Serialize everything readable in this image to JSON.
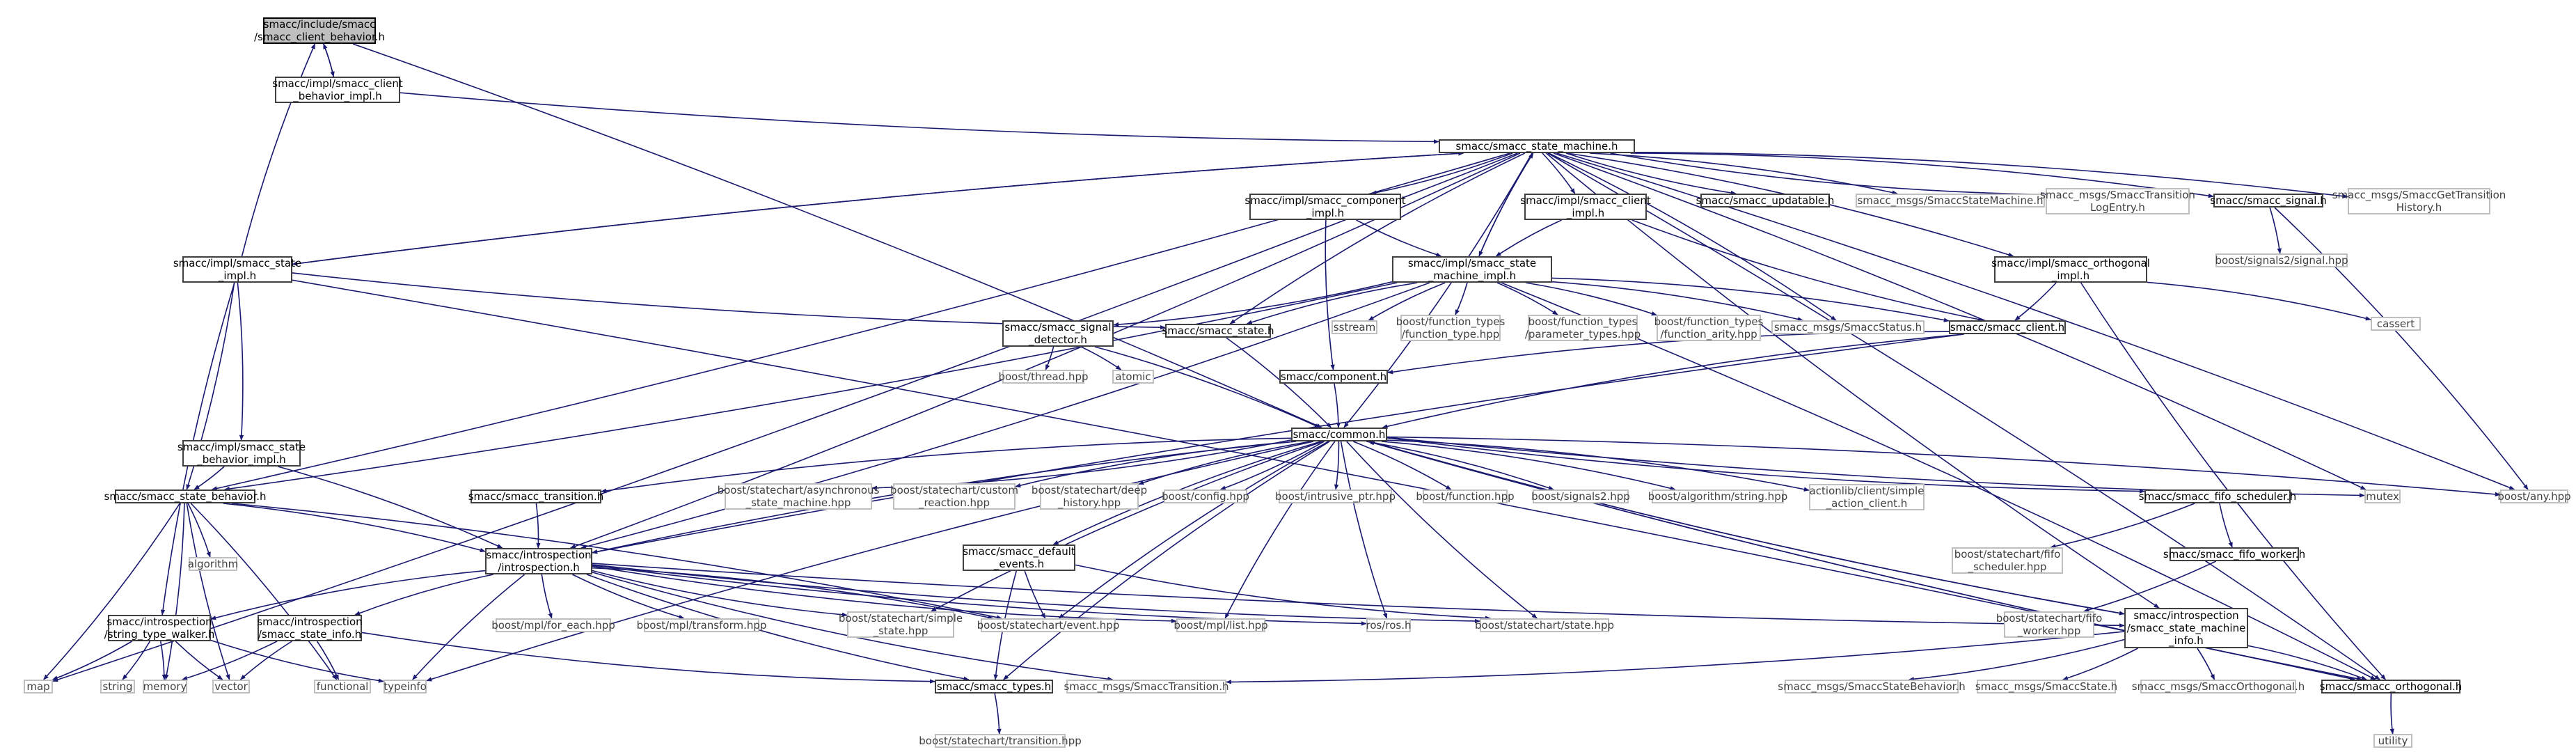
{
  "graph": {
    "colors": {
      "edge": "#191970",
      "border": "#404040",
      "external_border": "#bfbfbf",
      "root_fill": "#bfbfbf"
    },
    "nodes": [
      {
        "id": "root",
        "label": "smacc/include/smacc\n/smacc_client_behavior.h",
        "kind": "root"
      },
      {
        "id": "cbi",
        "label": "smacc/impl/smacc_client\n_behavior_impl.h",
        "kind": "internal"
      },
      {
        "id": "sm",
        "label": "smacc/smacc_state_machine.h",
        "kind": "internal"
      },
      {
        "id": "ssi",
        "label": "smacc/impl/smacc_state\n_impl.h",
        "kind": "internal"
      },
      {
        "id": "ci",
        "label": "smacc/impl/smacc_component\n_impl.h",
        "kind": "internal"
      },
      {
        "id": "smi",
        "label": "smacc/impl/smacc_state\n_machine_impl.h",
        "kind": "internal"
      },
      {
        "id": "cli",
        "label": "smacc/impl/smacc_client\n_impl.h",
        "kind": "internal"
      },
      {
        "id": "upd",
        "label": "smacc/smacc_updatable.h",
        "kind": "internal"
      },
      {
        "id": "msm",
        "label": "smacc_msgs/SmaccStateMachine.h",
        "kind": "external"
      },
      {
        "id": "tle",
        "label": "smacc_msgs/SmaccTransition\nLogEntry.h",
        "kind": "external"
      },
      {
        "id": "sig",
        "label": "smacc/smacc_signal.h",
        "kind": "internal"
      },
      {
        "id": "gth",
        "label": "smacc_msgs/SmaccGetTransition\nHistory.h",
        "kind": "external"
      },
      {
        "id": "oi",
        "label": "smacc/impl/smacc_orthogonal\n_impl.h",
        "kind": "internal"
      },
      {
        "id": "bs2",
        "label": "boost/signals2/signal.hpp",
        "kind": "external"
      },
      {
        "id": "sd",
        "label": "smacc/smacc_signal\n_detector.h",
        "kind": "internal"
      },
      {
        "id": "st",
        "label": "smacc/smacc_state.h",
        "kind": "internal"
      },
      {
        "id": "sstream",
        "label": "sstream",
        "kind": "external"
      },
      {
        "id": "ftt",
        "label": "boost/function_types\n/function_type.hpp",
        "kind": "external"
      },
      {
        "id": "fpt",
        "label": "boost/function_types\n/parameter_types.hpp",
        "kind": "external"
      },
      {
        "id": "fat",
        "label": "boost/function_types\n/function_arity.hpp",
        "kind": "external"
      },
      {
        "id": "mss",
        "label": "smacc_msgs/SmaccStatus.h",
        "kind": "external"
      },
      {
        "id": "client",
        "label": "smacc/smacc_client.h",
        "kind": "internal"
      },
      {
        "id": "cassert",
        "label": "cassert",
        "kind": "external"
      },
      {
        "id": "bthread",
        "label": "boost/thread.hpp",
        "kind": "external"
      },
      {
        "id": "atomic",
        "label": "atomic",
        "kind": "external"
      },
      {
        "id": "comp",
        "label": "smacc/component.h",
        "kind": "internal"
      },
      {
        "id": "sbi",
        "label": "smacc/impl/smacc_state\n_behavior_impl.h",
        "kind": "internal"
      },
      {
        "id": "common",
        "label": "smacc/common.h",
        "kind": "internal"
      },
      {
        "id": "sb",
        "label": "smacc/smacc_state_behavior.h",
        "kind": "internal"
      },
      {
        "id": "tr",
        "label": "smacc/smacc_transition.h",
        "kind": "internal"
      },
      {
        "id": "asm",
        "label": "boost/statechart/asynchronous\n_state_machine.hpp",
        "kind": "external"
      },
      {
        "id": "crx",
        "label": "boost/statechart/custom\n_reaction.hpp",
        "kind": "external"
      },
      {
        "id": "dh",
        "label": "boost/statechart/deep\n_history.hpp",
        "kind": "external"
      },
      {
        "id": "bcfg",
        "label": "boost/config.hpp",
        "kind": "external"
      },
      {
        "id": "bip",
        "label": "boost/intrusive_ptr.hpp",
        "kind": "external"
      },
      {
        "id": "bfn",
        "label": "boost/function.hpp",
        "kind": "external"
      },
      {
        "id": "bs2h",
        "label": "boost/signals2.hpp",
        "kind": "external"
      },
      {
        "id": "bstr",
        "label": "boost/algorithm/string.hpp",
        "kind": "external"
      },
      {
        "id": "ac",
        "label": "actionlib/client/simple\n_action_client.h",
        "kind": "external"
      },
      {
        "id": "fifo",
        "label": "smacc/smacc_fifo_scheduler.h",
        "kind": "internal"
      },
      {
        "id": "mutex",
        "label": "mutex",
        "kind": "external"
      },
      {
        "id": "bany",
        "label": "boost/any.hpp",
        "kind": "external"
      },
      {
        "id": "intro",
        "label": "smacc/introspection\n/introspection.h",
        "kind": "internal"
      },
      {
        "id": "algo",
        "label": "algorithm",
        "kind": "external"
      },
      {
        "id": "de",
        "label": "smacc/smacc_default\n_events.h",
        "kind": "internal"
      },
      {
        "id": "bfs",
        "label": "boost/statechart/fifo\n_scheduler.hpp",
        "kind": "external"
      },
      {
        "id": "fw",
        "label": "smacc/smacc_fifo_worker.h",
        "kind": "internal"
      },
      {
        "id": "stw",
        "label": "smacc/introspection\n/string_type_walker.h",
        "kind": "internal"
      },
      {
        "id": "ssinfo",
        "label": "smacc/introspection\n/smacc_state_info.h",
        "kind": "internal"
      },
      {
        "id": "mfe",
        "label": "boost/mpl/for_each.hpp",
        "kind": "external"
      },
      {
        "id": "mtr",
        "label": "boost/mpl/transform.hpp",
        "kind": "external"
      },
      {
        "id": "simple",
        "label": "boost/statechart/simple\n_state.hpp",
        "kind": "external"
      },
      {
        "id": "event",
        "label": "boost/statechart/event.hpp",
        "kind": "external"
      },
      {
        "id": "mlist",
        "label": "boost/mpl/list.hpp",
        "kind": "external"
      },
      {
        "id": "ros",
        "label": "ros/ros.h",
        "kind": "external"
      },
      {
        "id": "state",
        "label": "boost/statechart/state.hpp",
        "kind": "external"
      },
      {
        "id": "bfw",
        "label": "boost/statechart/fifo\n_worker.hpp",
        "kind": "external"
      },
      {
        "id": "smiinfo",
        "label": "smacc/introspection\n/smacc_state_machine\n_info.h",
        "kind": "internal"
      },
      {
        "id": "map",
        "label": "map",
        "kind": "external"
      },
      {
        "id": "string",
        "label": "string",
        "kind": "external"
      },
      {
        "id": "memory",
        "label": "memory",
        "kind": "external"
      },
      {
        "id": "vector",
        "label": "vector",
        "kind": "external"
      },
      {
        "id": "functional",
        "label": "functional",
        "kind": "external"
      },
      {
        "id": "typeinfo",
        "label": "typeinfo",
        "kind": "external"
      },
      {
        "id": "types",
        "label": "smacc/smacc_types.h",
        "kind": "internal"
      },
      {
        "id": "mtrans",
        "label": "smacc_msgs/SmaccTransition.h",
        "kind": "external"
      },
      {
        "id": "msb",
        "label": "smacc_msgs/SmaccStateBehavior.h",
        "kind": "external"
      },
      {
        "id": "mst",
        "label": "smacc_msgs/SmaccState.h",
        "kind": "external"
      },
      {
        "id": "morth",
        "label": "smacc_msgs/SmaccOrthogonal.h",
        "kind": "external"
      },
      {
        "id": "orth",
        "label": "smacc/smacc_orthogonal.h",
        "kind": "internal"
      },
      {
        "id": "sct",
        "label": "boost/statechart/transition.hpp",
        "kind": "external"
      },
      {
        "id": "utility",
        "label": "utility",
        "kind": "external"
      }
    ],
    "edges": [
      [
        "root",
        "cbi"
      ],
      [
        "cbi",
        "root"
      ],
      [
        "root",
        "common"
      ],
      [
        "cbi",
        "sm"
      ],
      [
        "ssi",
        "root"
      ],
      [
        "ssi",
        "sm"
      ],
      [
        "sm",
        "ssi"
      ],
      [
        "sm",
        "ci"
      ],
      [
        "sm",
        "smi"
      ],
      [
        "sm",
        "cli"
      ],
      [
        "sm",
        "upd"
      ],
      [
        "sm",
        "msm"
      ],
      [
        "sm",
        "tle"
      ],
      [
        "sm",
        "sig"
      ],
      [
        "sm",
        "gth"
      ],
      [
        "sm",
        "oi"
      ],
      [
        "sm",
        "st"
      ],
      [
        "sm",
        "mss"
      ],
      [
        "sm",
        "common"
      ],
      [
        "sm",
        "intro"
      ],
      [
        "sm",
        "sb"
      ],
      [
        "sm",
        "map"
      ],
      [
        "sm",
        "mutex"
      ],
      [
        "sm",
        "bany"
      ],
      [
        "sm",
        "smiinfo"
      ],
      [
        "sm",
        "orth"
      ],
      [
        "smi",
        "sm"
      ],
      [
        "ci",
        "smi"
      ],
      [
        "ci",
        "comp"
      ],
      [
        "cli",
        "smi"
      ],
      [
        "cli",
        "client"
      ],
      [
        "sig",
        "bs2"
      ],
      [
        "sig",
        "bany"
      ],
      [
        "oi",
        "client"
      ],
      [
        "oi",
        "cassert"
      ],
      [
        "oi",
        "orth"
      ],
      [
        "smi",
        "sd"
      ],
      [
        "smi",
        "st"
      ],
      [
        "smi",
        "sstream"
      ],
      [
        "smi",
        "ftt"
      ],
      [
        "smi",
        "fpt"
      ],
      [
        "smi",
        "fat"
      ],
      [
        "smi",
        "mss"
      ],
      [
        "smi",
        "client"
      ],
      [
        "smi",
        "sb"
      ],
      [
        "smi",
        "intro"
      ],
      [
        "smi",
        "orth"
      ],
      [
        "ssi",
        "st"
      ],
      [
        "ssi",
        "sbi"
      ],
      [
        "ssi",
        "sb"
      ],
      [
        "ssi",
        "stw"
      ],
      [
        "ssi",
        "orth"
      ],
      [
        "sd",
        "bthread"
      ],
      [
        "sd",
        "atomic"
      ],
      [
        "sd",
        "common"
      ],
      [
        "st",
        "common"
      ],
      [
        "client",
        "comp"
      ],
      [
        "client",
        "common"
      ],
      [
        "client",
        "intro"
      ],
      [
        "comp",
        "common"
      ],
      [
        "sbi",
        "sb"
      ],
      [
        "sbi",
        "intro"
      ],
      [
        "common",
        "tr"
      ],
      [
        "common",
        "asm"
      ],
      [
        "common",
        "crx"
      ],
      [
        "common",
        "dh"
      ],
      [
        "common",
        "bcfg"
      ],
      [
        "common",
        "bip"
      ],
      [
        "common",
        "bfn"
      ],
      [
        "common",
        "bs2h"
      ],
      [
        "common",
        "bstr"
      ],
      [
        "common",
        "ac"
      ],
      [
        "common",
        "fifo"
      ],
      [
        "common",
        "mutex"
      ],
      [
        "common",
        "bany"
      ],
      [
        "common",
        "intro"
      ],
      [
        "common",
        "de"
      ],
      [
        "common",
        "simple"
      ],
      [
        "common",
        "event"
      ],
      [
        "common",
        "mlist"
      ],
      [
        "common",
        "ros"
      ],
      [
        "common",
        "state"
      ],
      [
        "common",
        "typeinfo"
      ],
      [
        "common",
        "types"
      ],
      [
        "common",
        "orth"
      ],
      [
        "common",
        "smiinfo"
      ],
      [
        "tr",
        "intro"
      ],
      [
        "fifo",
        "bfs"
      ],
      [
        "fifo",
        "fw"
      ],
      [
        "fw",
        "bfw"
      ],
      [
        "sb",
        "algo"
      ],
      [
        "sb",
        "map"
      ],
      [
        "sb",
        "memory"
      ],
      [
        "sb",
        "vector"
      ],
      [
        "sb",
        "functional"
      ],
      [
        "sb",
        "intro"
      ],
      [
        "sb",
        "event"
      ],
      [
        "intro",
        "stw"
      ],
      [
        "intro",
        "ssinfo"
      ],
      [
        "intro",
        "mfe"
      ],
      [
        "intro",
        "mtr"
      ],
      [
        "intro",
        "simple"
      ],
      [
        "intro",
        "event"
      ],
      [
        "intro",
        "mlist"
      ],
      [
        "intro",
        "ros"
      ],
      [
        "intro",
        "state"
      ],
      [
        "intro",
        "typeinfo"
      ],
      [
        "intro",
        "types"
      ],
      [
        "intro",
        "mtrans"
      ],
      [
        "intro",
        "smiinfo"
      ],
      [
        "de",
        "event"
      ],
      [
        "de",
        "state"
      ],
      [
        "de",
        "types"
      ],
      [
        "stw",
        "map"
      ],
      [
        "stw",
        "string"
      ],
      [
        "stw",
        "memory"
      ],
      [
        "stw",
        "vector"
      ],
      [
        "stw",
        "typeinfo"
      ],
      [
        "ssinfo",
        "memory"
      ],
      [
        "ssinfo",
        "vector"
      ],
      [
        "ssinfo",
        "functional"
      ],
      [
        "ssinfo",
        "types"
      ],
      [
        "smiinfo",
        "common"
      ],
      [
        "smiinfo",
        "mtrans"
      ],
      [
        "smiinfo",
        "msb"
      ],
      [
        "smiinfo",
        "mst"
      ],
      [
        "smiinfo",
        "morth"
      ],
      [
        "smiinfo",
        "orth"
      ],
      [
        "types",
        "sct"
      ],
      [
        "orth",
        "common"
      ],
      [
        "orth",
        "utility"
      ]
    ]
  }
}
